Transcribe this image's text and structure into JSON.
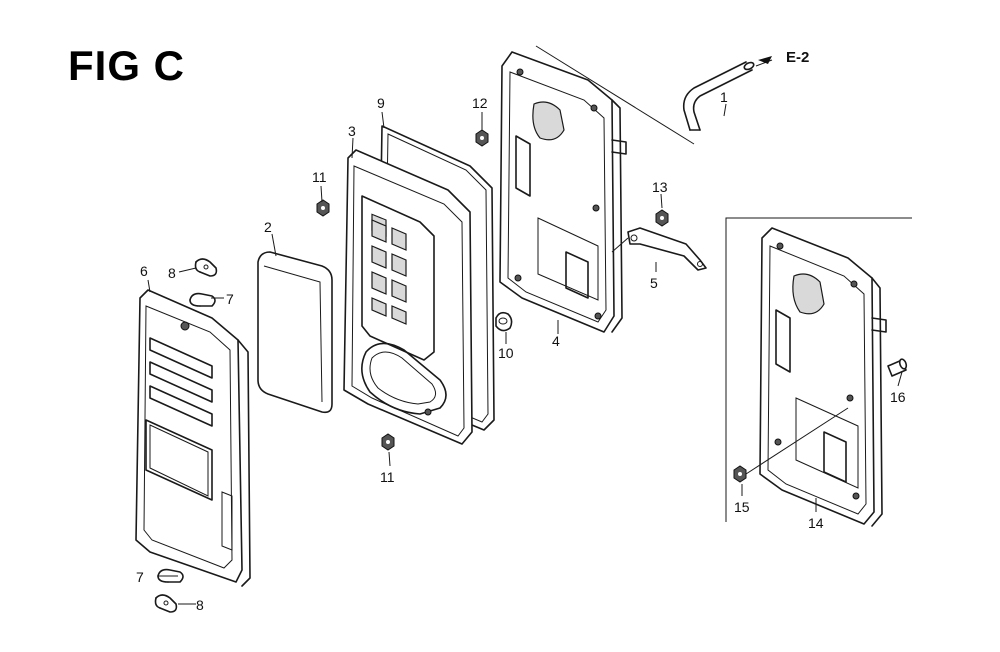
{
  "figure": {
    "title": "FIG C",
    "ref": "E-2"
  },
  "callouts": {
    "c1": "1",
    "c2": "2",
    "c3": "3",
    "c4": "4",
    "c5": "5",
    "c6": "6",
    "c7a": "7",
    "c7b": "7",
    "c8a": "8",
    "c8b": "8",
    "c9": "9",
    "c10": "10",
    "c11a": "11",
    "c11b": "11",
    "c12": "12",
    "c13": "13",
    "c14": "14",
    "c15": "15",
    "c16": "16"
  }
}
